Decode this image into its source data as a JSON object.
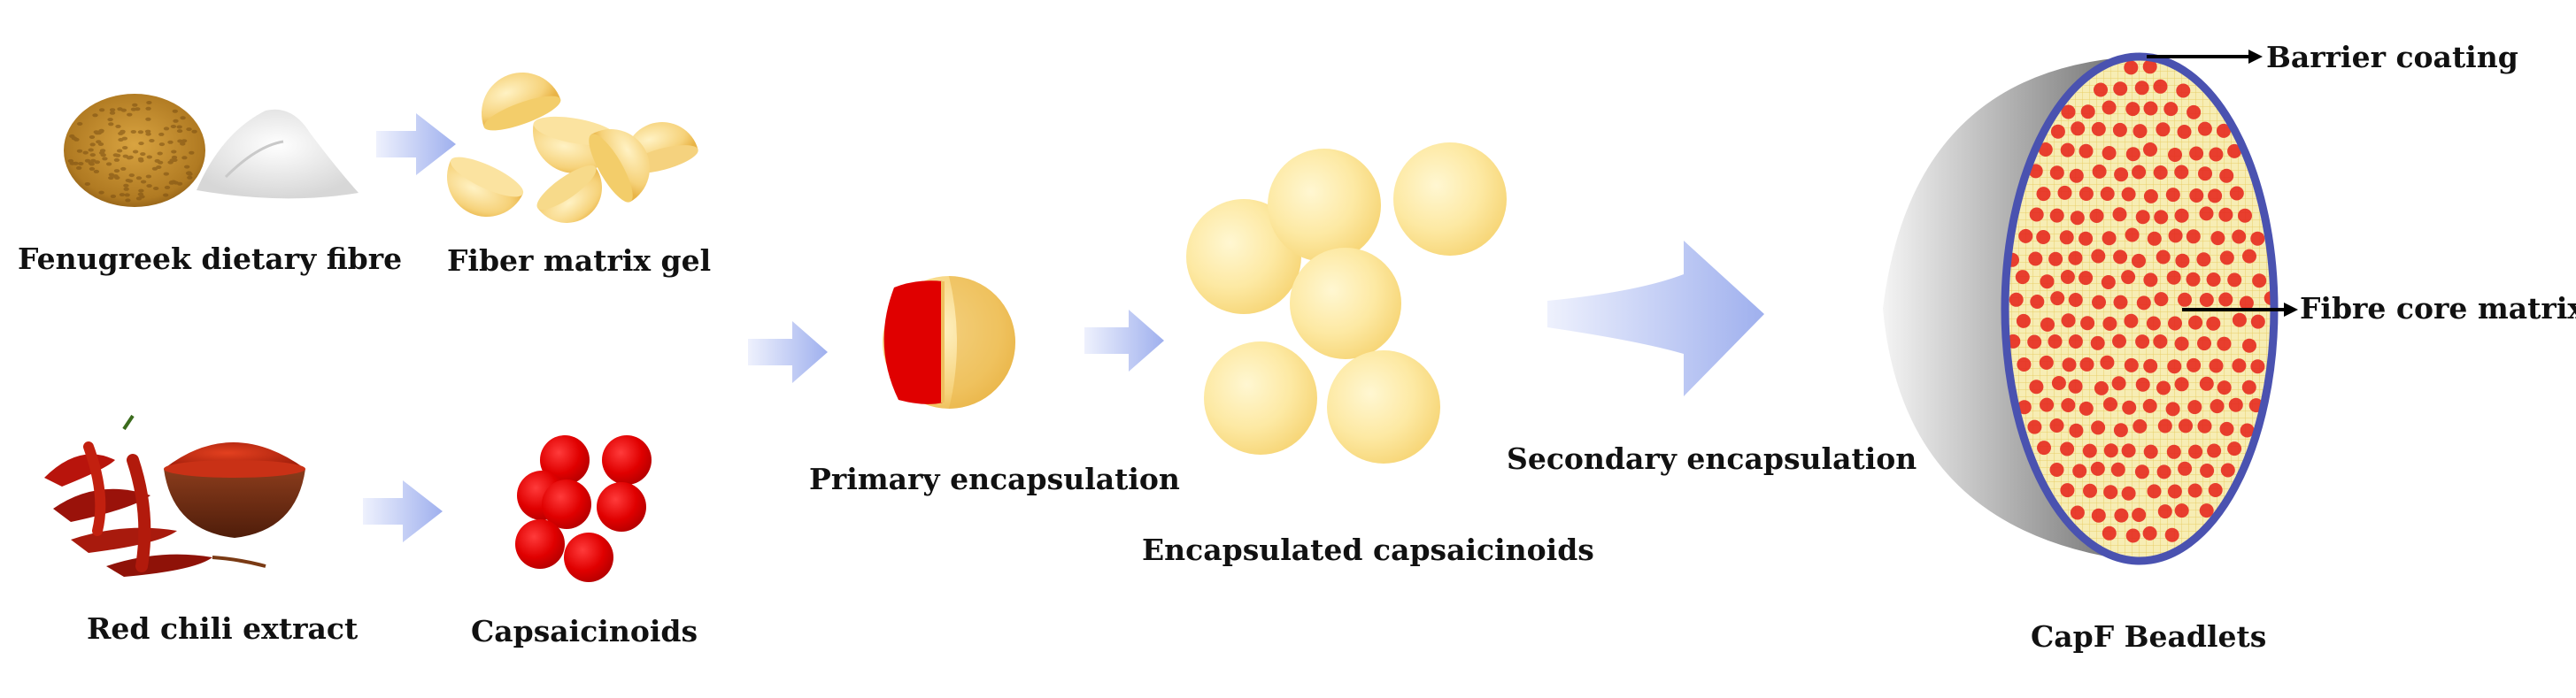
{
  "labels": {
    "fenugreek": "Fenugreek dietary fibre",
    "fiber_gel": "Fiber matrix gel",
    "chili": "Red chili extract",
    "capsaicinoids": "Capsaicinoids",
    "primary": "Primary encapsulation",
    "encapsulated": "Encapsulated capsaicinoids",
    "secondary": "Secondary encapsulation",
    "beadlets": "CapF Beadlets",
    "barrier": "Barrier coating",
    "core": "Fibre core matrix"
  },
  "colors": {
    "arrow": "#a9b7ef",
    "arrow_light": "#dde3fb",
    "bead_yellow": "#fce9a0",
    "bead_yellow_dark": "#f3cd62",
    "capsaicin_red": "#e00000",
    "shell_grey": "#8e8e8e",
    "shell_rim": "#5b62b5",
    "fenugreek": "#b8862b",
    "powder": "#efefef"
  },
  "icons": [
    "fenugreek-seeds-icon",
    "fibre-powder-icon",
    "chili-peppers-icon",
    "chili-powder-bowl-icon",
    "flow-arrow-icon"
  ]
}
